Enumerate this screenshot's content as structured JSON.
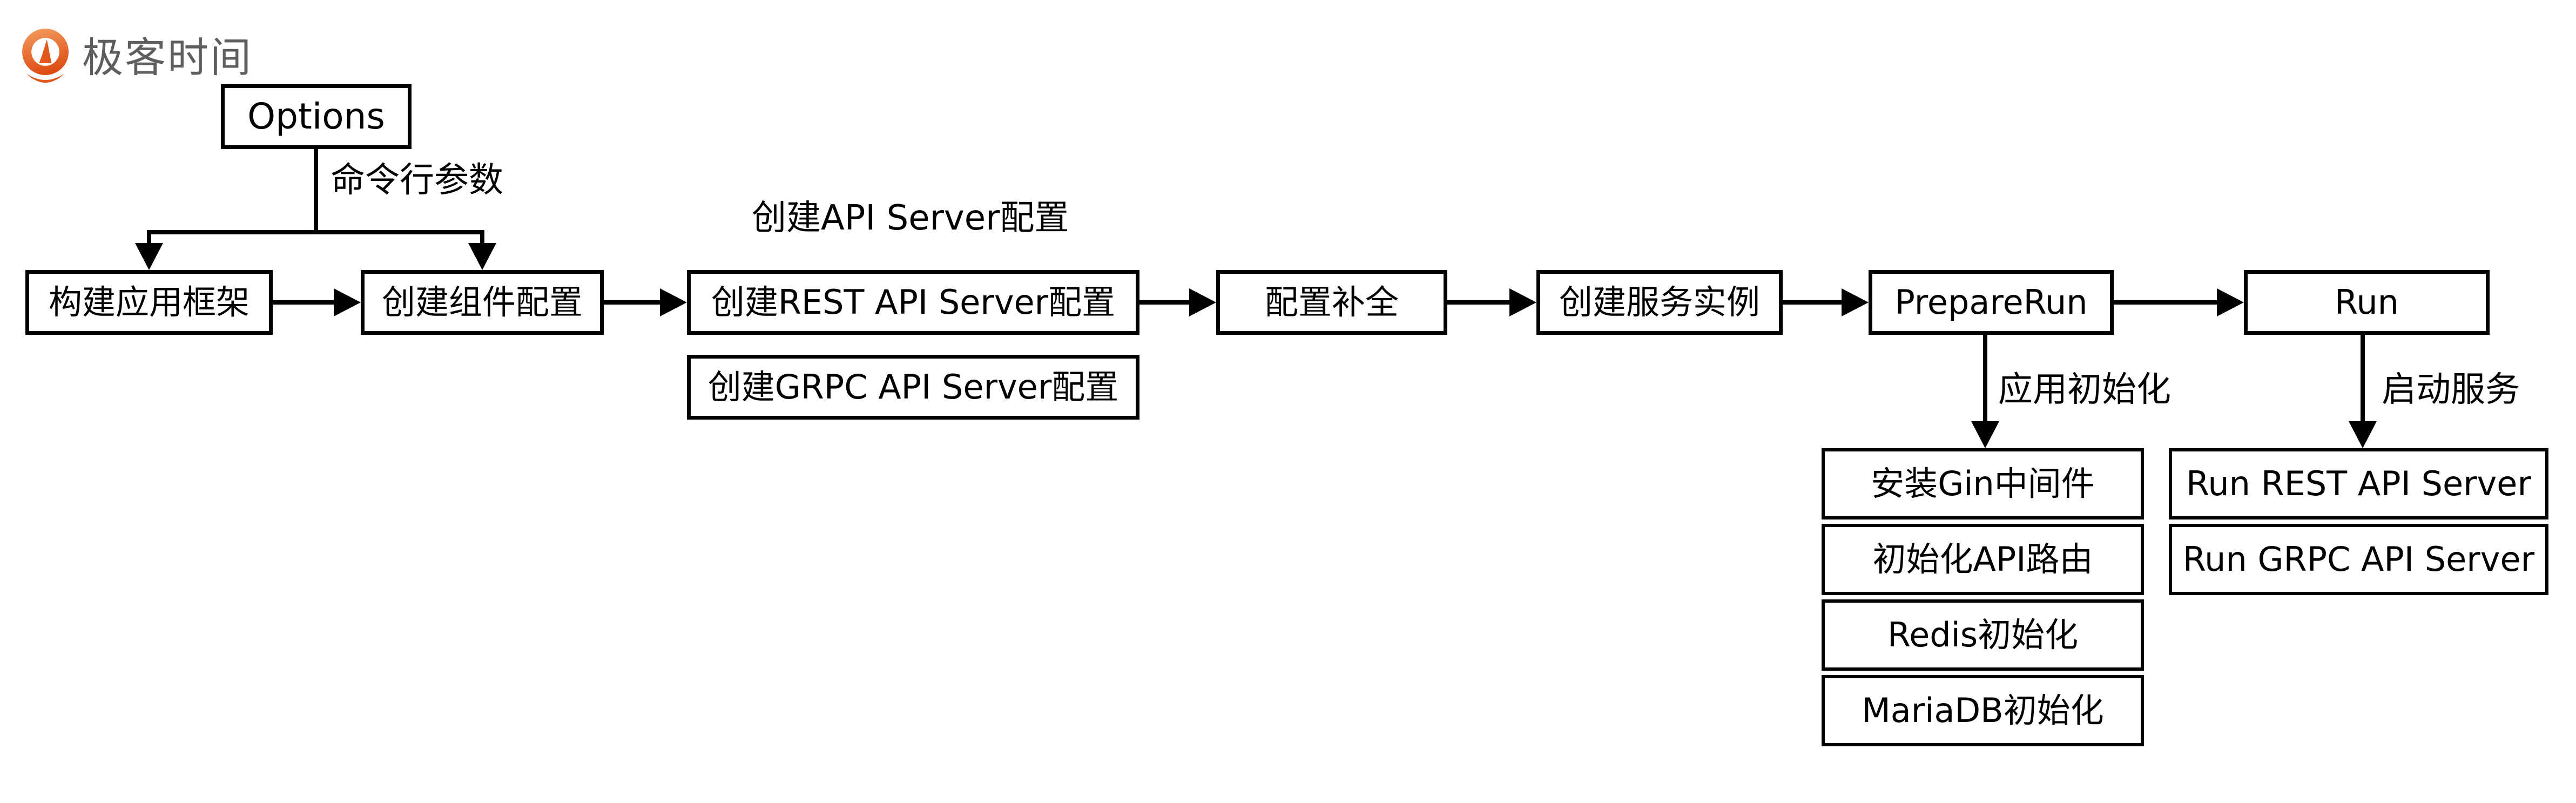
{
  "logo": {
    "text": "极客时间",
    "icon": "geektime-pin-icon"
  },
  "colors": {
    "box_border": "#000000",
    "box_fill": "#ffffff",
    "text": "#000000",
    "logo_orange_light": "#F49E62",
    "logo_orange_dark": "#DE4E14",
    "logo_text_gray": "#5E5E5E",
    "background": "#ffffff"
  },
  "diagram": {
    "options_label": "Options",
    "labels": {
      "command_line_args": "命令行参数",
      "create_api_server_config": "创建API Server配置",
      "app_initialization": "应用初始化",
      "start_service": "启动服务"
    },
    "nodes": {
      "build_app_framework": "构建应用框架",
      "create_component_config": "创建组件配置",
      "create_rest_api_server_config": "创建REST API Server配置",
      "create_grpc_api_server_config": "创建GRPC API Server配置",
      "config_completion": "配置补全",
      "create_service_instance": "创建服务实例",
      "prepare_run": "PrepareRun",
      "run": "Run"
    },
    "app_init_steps": [
      "安装Gin中间件",
      "初始化API路由",
      "Redis初始化",
      "MariaDB初始化"
    ],
    "run_steps": [
      "Run REST API Server",
      "Run GRPC API Server"
    ]
  }
}
